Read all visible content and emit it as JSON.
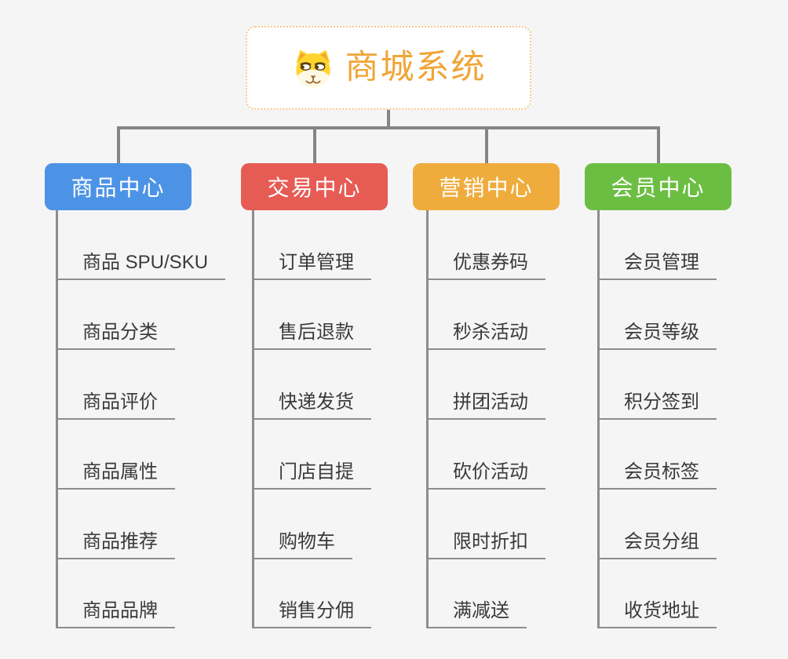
{
  "root": {
    "title": "商城系统",
    "icon": "doge-icon"
  },
  "branches": [
    {
      "label": "商品中心",
      "color": "#4c93e6",
      "items": [
        "商品 SPU/SKU",
        "商品分类",
        "商品评价",
        "商品属性",
        "商品推荐",
        "商品品牌"
      ]
    },
    {
      "label": "交易中心",
      "color": "#e65c55",
      "items": [
        "订单管理",
        "售后退款",
        "快递发货",
        "门店自提",
        "购物车",
        "销售分佣"
      ]
    },
    {
      "label": "营销中心",
      "color": "#efac3d",
      "items": [
        "优惠券码",
        "秒杀活动",
        "拼团活动",
        "砍价活动",
        "限时折扣",
        "满减送"
      ]
    },
    {
      "label": "会员中心",
      "color": "#6cbe43",
      "items": [
        "会员管理",
        "会员等级",
        "积分签到",
        "会员标签",
        "会员分组",
        "收货地址"
      ]
    }
  ],
  "colors": {
    "background": "#f5f5f5",
    "connector": "#858585",
    "leaf_line": "#8d8d8d",
    "leaf_text": "#3a3a3a",
    "root_accent": "#f0a537",
    "root_border": "#f4c88a",
    "doge_yellow": "#ffd42e",
    "doge_cream": "#fff8e6",
    "doge_brown": "#9a6a32"
  }
}
